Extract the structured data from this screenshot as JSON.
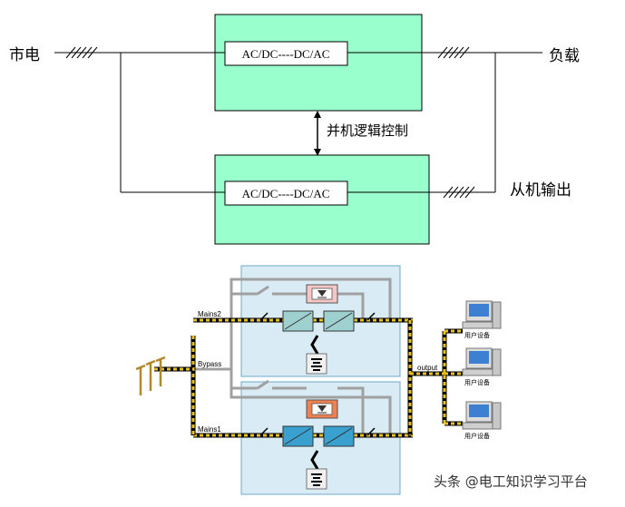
{
  "top_diagram": {
    "mains_label": "市电",
    "load_label": "负载",
    "parallel_control_label": "并机逻辑控制",
    "slave_output_label": "从机输出",
    "converter_label_1": "AC/DC----DC/AC",
    "converter_label_2": "AC/DC----DC/AC",
    "colors": {
      "box_fill": "#99ffcc",
      "line": "#000000"
    }
  },
  "bottom_diagram": {
    "mains2_label": "Mains2",
    "bypass_label": "Bypass",
    "mains1_label": "Mains1",
    "output_label": "output",
    "devices": [
      {
        "label": "用户设备"
      },
      {
        "label": "用户设备"
      },
      {
        "label": "用户设备"
      }
    ],
    "colors": {
      "panel_fill": "#d9ecf5",
      "panel_border": "#6fa8c8",
      "bypass_unit_top": "#f4c6c6",
      "bypass_unit_bottom": "#f08050",
      "converter_top": "#9fd0d0",
      "converter_bottom": "#3aa0d0",
      "bus_yellow": "#e8c020",
      "bus_gray": "#a0a0a0"
    }
  },
  "watermark": "头条 @电工知识学习平台"
}
